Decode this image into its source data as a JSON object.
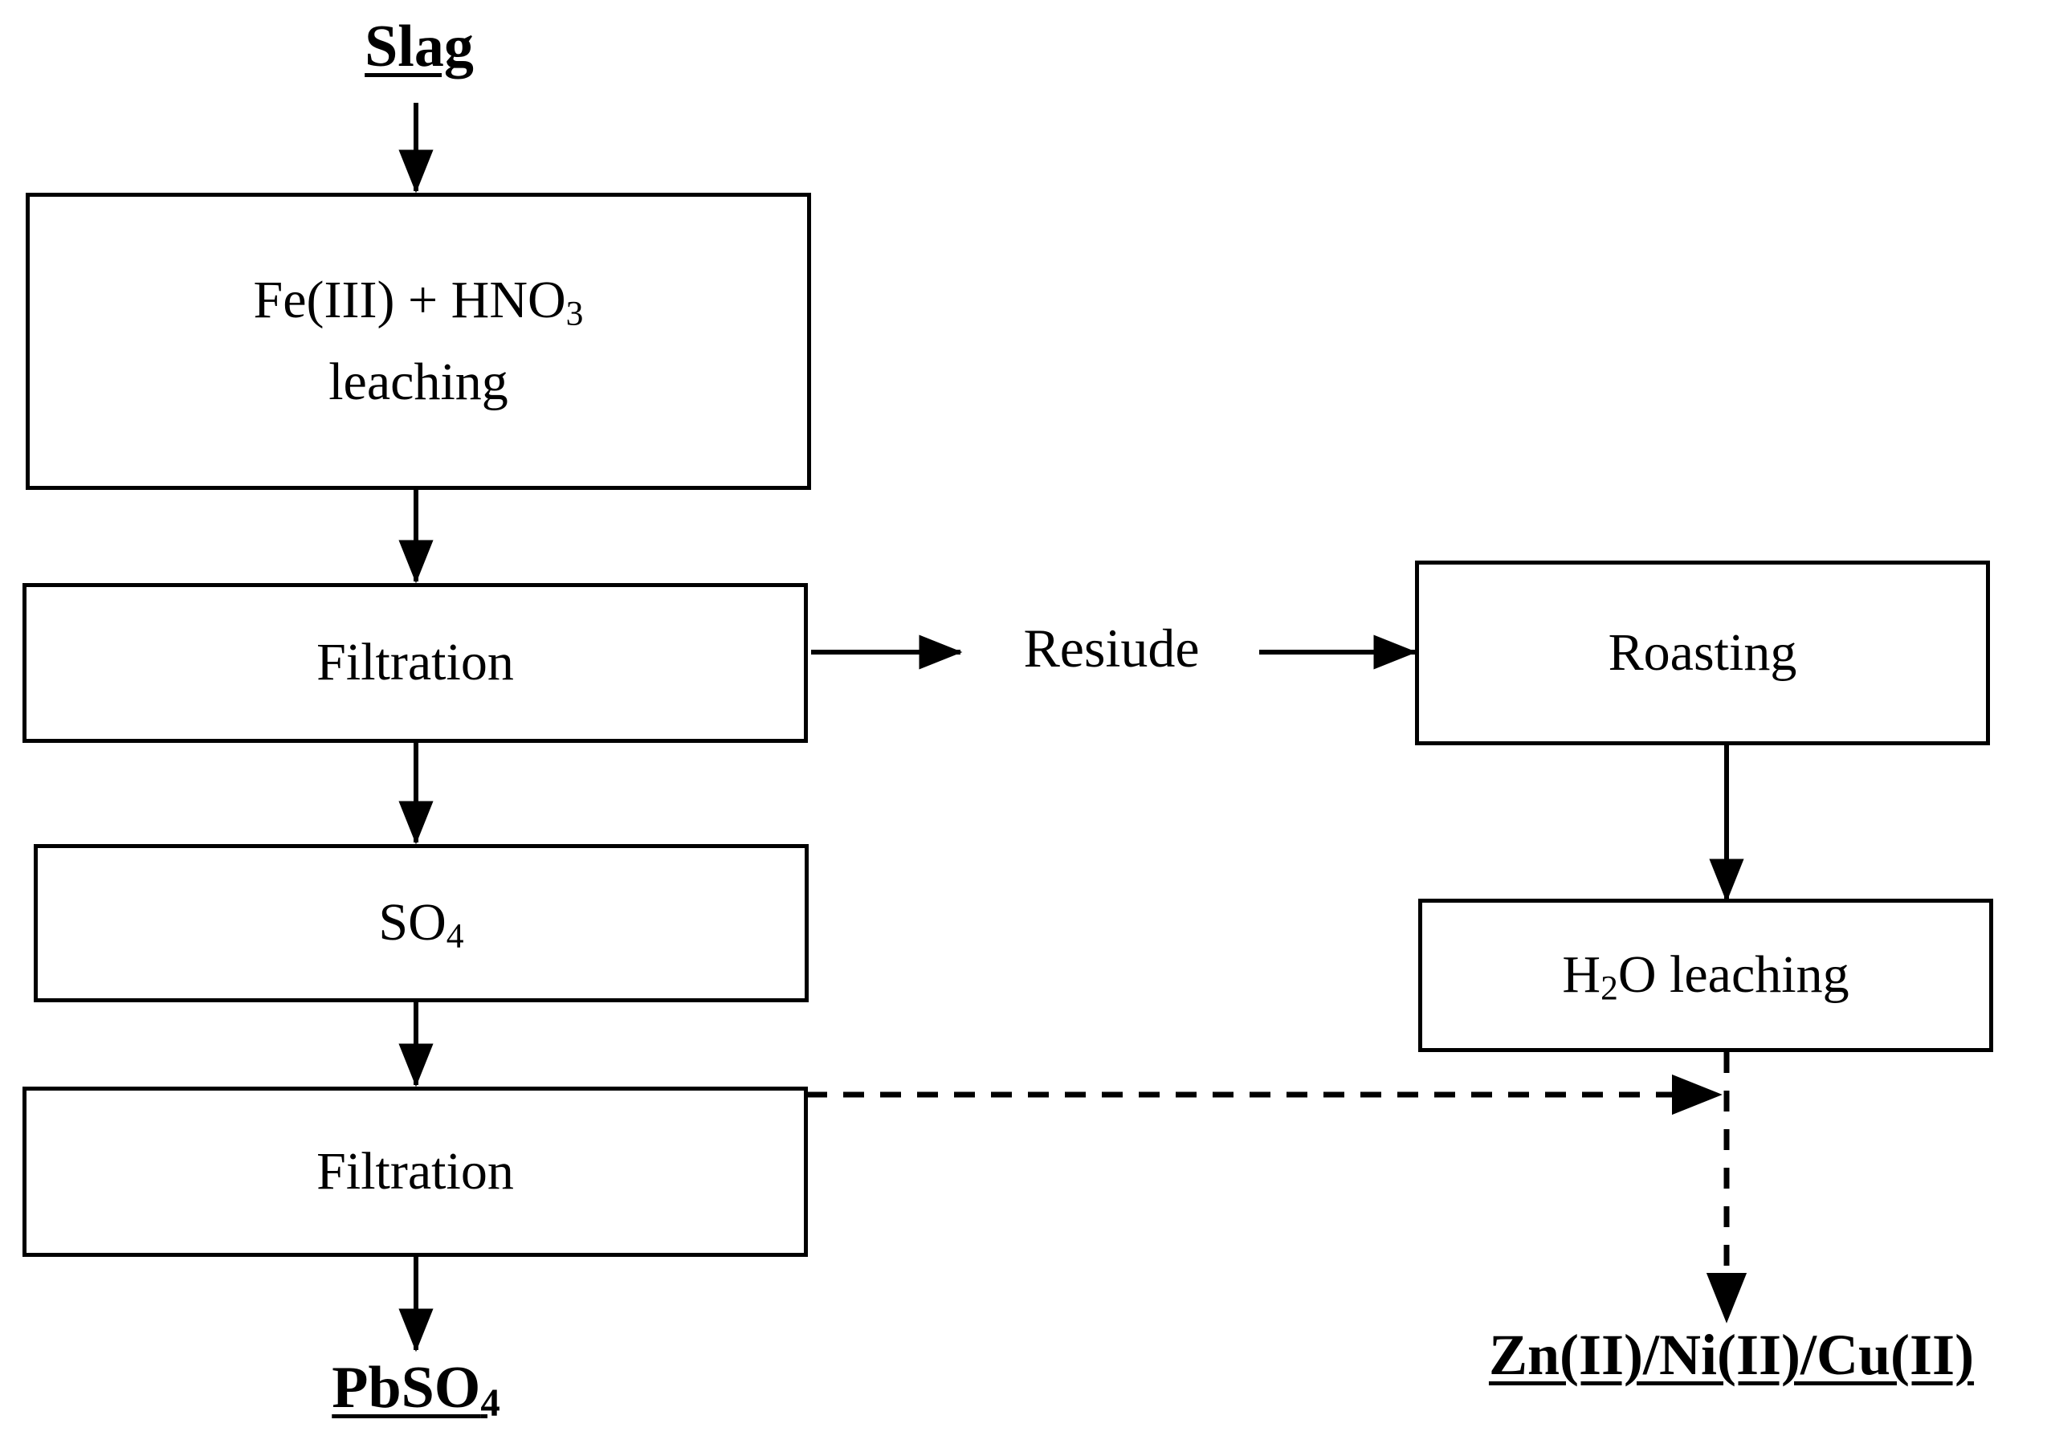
{
  "diagram": {
    "title": "Slag hydrometallurgical processing flowchart",
    "background_color": "#ffffff",
    "line_color": "#000000",
    "nodes": {
      "slag": {
        "label": "Slag",
        "type": "terminal-input",
        "style": "bold-underline"
      },
      "fe_hno3_leaching": {
        "line1": "Fe(III) + HNO",
        "line1_sub": "3",
        "line2": "leaching",
        "type": "process-box"
      },
      "filtration_1": {
        "label": "Filtration",
        "type": "process-box"
      },
      "so4": {
        "label": "SO",
        "sub": "4",
        "type": "process-box"
      },
      "filtration_2": {
        "label": "Filtration",
        "type": "process-box"
      },
      "residue": {
        "label": "Resiude",
        "type": "stream-label"
      },
      "roasting": {
        "label": "Roasting",
        "type": "process-box"
      },
      "h2o_leaching": {
        "pre": "H",
        "sub": "2",
        "post": "O leaching",
        "type": "process-box"
      },
      "pbso4": {
        "pre": "PbSO",
        "sub": "4",
        "type": "terminal-output",
        "style": "bold-underline"
      },
      "metals": {
        "label": "Zn(II)/Ni(II)/Cu(II)",
        "type": "terminal-output",
        "style": "bold-underline"
      }
    },
    "edges": [
      {
        "from": "slag",
        "to": "fe_hno3_leaching",
        "style": "solid",
        "direction": "down"
      },
      {
        "from": "fe_hno3_leaching",
        "to": "filtration_1",
        "style": "solid",
        "direction": "down"
      },
      {
        "from": "filtration_1",
        "to": "residue",
        "style": "solid",
        "direction": "right"
      },
      {
        "from": "residue",
        "to": "roasting",
        "style": "solid",
        "direction": "right"
      },
      {
        "from": "filtration_1",
        "to": "so4",
        "style": "solid",
        "direction": "down"
      },
      {
        "from": "so4",
        "to": "filtration_2",
        "style": "solid",
        "direction": "down"
      },
      {
        "from": "filtration_2",
        "to": "pbso4",
        "style": "solid",
        "direction": "down"
      },
      {
        "from": "roasting",
        "to": "h2o_leaching",
        "style": "solid",
        "direction": "down"
      },
      {
        "from": "filtration_2",
        "to": "metals_junction",
        "style": "dashed",
        "direction": "right"
      },
      {
        "from": "h2o_leaching",
        "to": "metals",
        "style": "dashed",
        "direction": "down"
      }
    ]
  }
}
